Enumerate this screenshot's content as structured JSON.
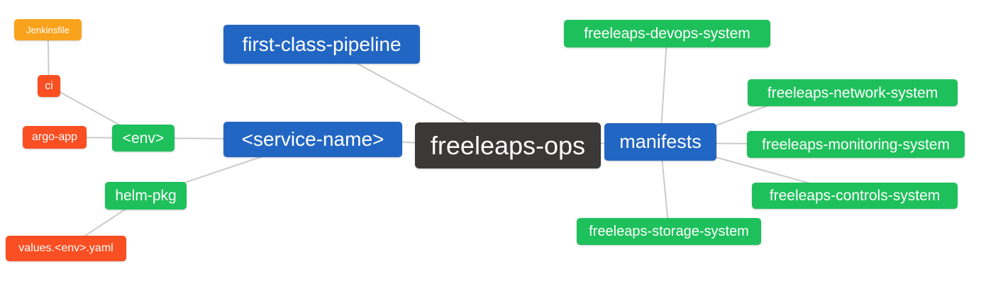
{
  "diagram": {
    "type": "mindmap",
    "nodes": {
      "freeleaps_ops": {
        "label": "freeleaps-ops",
        "role": "root",
        "color": "#3b3838"
      },
      "first_class_pipeline": {
        "label": "first-class-pipeline",
        "role": "branch",
        "color": "#2266c3"
      },
      "service_name": {
        "label": "<service-name>",
        "role": "branch",
        "color": "#2266c3"
      },
      "manifests": {
        "label": "manifests",
        "role": "branch",
        "color": "#2266c3"
      },
      "env": {
        "label": "<env>",
        "role": "child",
        "color": "#1ec05b"
      },
      "helm_pkg": {
        "label": "helm-pkg",
        "role": "child",
        "color": "#1ec05b"
      },
      "ci": {
        "label": "ci",
        "role": "leaf",
        "color": "#fa4f22"
      },
      "argo_app": {
        "label": "argo-app",
        "role": "leaf",
        "color": "#fa4f22"
      },
      "values_env_yaml": {
        "label": "values.<env>.yaml",
        "role": "leaf",
        "color": "#fa4f22"
      },
      "jenkinsfile": {
        "label": "Jenkinsfile",
        "role": "leaf",
        "color": "#f9a21c"
      },
      "devops_system": {
        "label": "freeleaps-devops-system",
        "role": "child",
        "color": "#1ec05b"
      },
      "network_system": {
        "label": "freeleaps-network-system",
        "role": "child",
        "color": "#1ec05b"
      },
      "monitoring_system": {
        "label": "freeleaps-monitoring-system",
        "role": "child",
        "color": "#1ec05b"
      },
      "controls_system": {
        "label": "freeleaps-controls-system",
        "role": "child",
        "color": "#1ec05b"
      },
      "storage_system": {
        "label": "freeleaps-storage-system",
        "role": "child",
        "color": "#1ec05b"
      }
    },
    "edges": [
      {
        "from": "jenkinsfile",
        "to": "ci"
      },
      {
        "from": "ci",
        "to": "env"
      },
      {
        "from": "argo_app",
        "to": "env"
      },
      {
        "from": "env",
        "to": "service_name"
      },
      {
        "from": "helm_pkg",
        "to": "service_name"
      },
      {
        "from": "values_env_yaml",
        "to": "helm_pkg"
      },
      {
        "from": "service_name",
        "to": "freeleaps_ops"
      },
      {
        "from": "first_class_pipeline",
        "to": "freeleaps_ops"
      },
      {
        "from": "freeleaps_ops",
        "to": "manifests"
      },
      {
        "from": "manifests",
        "to": "devops_system"
      },
      {
        "from": "manifests",
        "to": "network_system"
      },
      {
        "from": "manifests",
        "to": "monitoring_system"
      },
      {
        "from": "manifests",
        "to": "controls_system"
      },
      {
        "from": "manifests",
        "to": "storage_system"
      }
    ],
    "palette": {
      "root_bg": "#3b3838",
      "branch_blue": "#2266c3",
      "node_green": "#1ec05b",
      "node_red": "#fa4f22",
      "node_amber": "#f9a21c",
      "text": "#ffffff",
      "connector": "#cacccb"
    }
  }
}
